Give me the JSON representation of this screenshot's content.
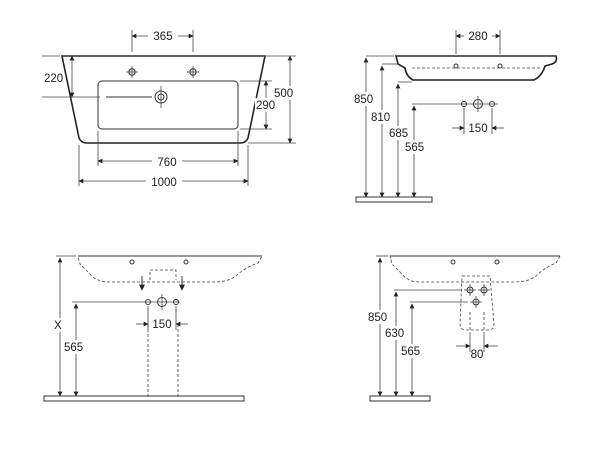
{
  "diagram": {
    "top_view": {
      "dims": {
        "holes_spacing": "365",
        "depth_to_center": "220",
        "total_depth": "500",
        "bowl_depth": "290",
        "bowl_width": "760",
        "total_width": "1000"
      }
    },
    "side_view_top_right": {
      "dims": {
        "top_offset": "280",
        "height_rim": "850",
        "height_bowl": "810",
        "height_outlet": "685",
        "height_waste": "565",
        "waste_spacing": "150"
      }
    },
    "front_view_bottom_left": {
      "dims": {
        "variable_height": "X",
        "height_waste": "565",
        "waste_spacing": "150"
      }
    },
    "side_view_bottom_right": {
      "dims": {
        "height_rim": "850",
        "height_cover": "630",
        "height_waste": "565",
        "cover_width": "80"
      }
    }
  }
}
